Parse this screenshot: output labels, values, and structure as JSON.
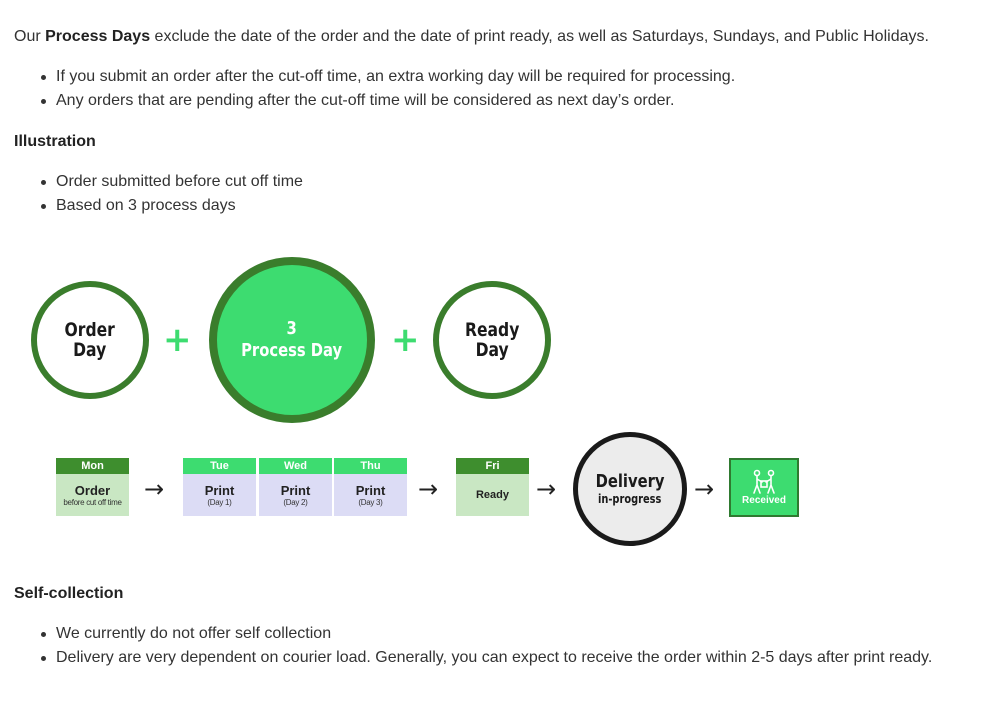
{
  "intro": {
    "prefix": "Our ",
    "bold": "Process Days",
    "suffix": " exclude the date of the order and the date of print ready, as well as Saturdays, Sundays, and Public Holidays."
  },
  "rules": [
    "If you submit an order after the cut-off time, an extra working day will be required for processing.",
    "Any orders that are pending after the cut-off time will be considered as next day’s order."
  ],
  "illustration": {
    "heading": "Illustration",
    "bullets": [
      "Order submitted before cut off time",
      "Based on 3 process days"
    ]
  },
  "diagram": {
    "circles": {
      "order_day": "Order\nDay",
      "process": "3\nProcess Day",
      "ready_day": "Ready\nDay",
      "plus": "+"
    },
    "timeline": [
      {
        "day": "Mon",
        "main": "Order",
        "sub": "before cut off time"
      },
      {
        "day": "Tue",
        "main": "Print",
        "sub": "(Day 1)"
      },
      {
        "day": "Wed",
        "main": "Print",
        "sub": "(Day 2)"
      },
      {
        "day": "Thu",
        "main": "Print",
        "sub": "(Day 3)"
      },
      {
        "day": "Fri",
        "main": "Ready",
        "sub": ""
      }
    ],
    "arrow": "→",
    "delivery": {
      "title": "Delivery",
      "subtitle": "in-progress"
    },
    "received": {
      "label": "Received",
      "icon": "delivery-handover-icon"
    },
    "colors": {
      "dark_green": "#3a7d2c",
      "bright_green": "#3ddc70",
      "order_header": "#3e8e2e",
      "order_body": "#c9e7c3",
      "print_header": "#3ddc70",
      "print_body": "#dcdcf5",
      "ready_header": "#3e8e2e",
      "ready_body": "#c9e7c3",
      "delivery_bg": "#ececec"
    }
  },
  "self_collection": {
    "heading": "Self-collection",
    "bullets": [
      "We currently do not offer self collection",
      "Delivery are very dependent on courier load. Generally, you can expect to receive the order within 2-5 days after print ready."
    ]
  }
}
